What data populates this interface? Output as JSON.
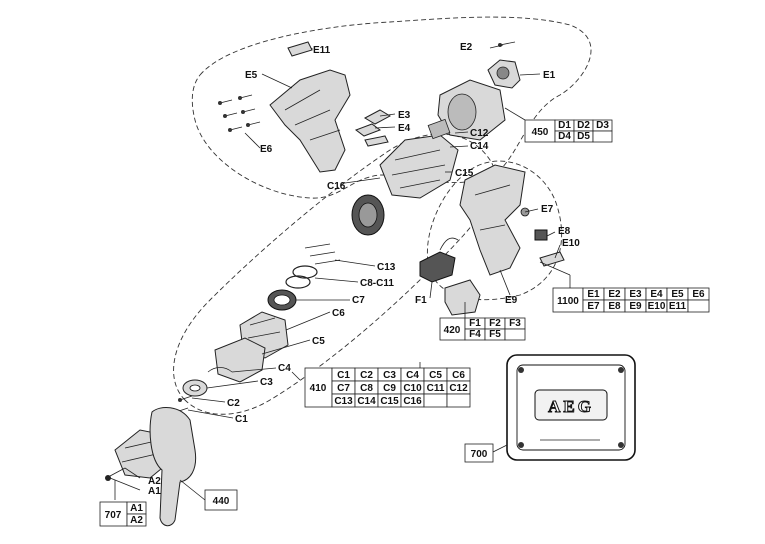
{
  "labels": {
    "e11": "E11",
    "e2": "E2",
    "e1": "E1",
    "e5": "E5",
    "e3": "E3",
    "e4": "E4",
    "e6": "E6",
    "c12": "C12",
    "c14": "C14",
    "c16": "C16",
    "c15": "C15",
    "e7": "E7",
    "e8": "E8",
    "e10": "E10",
    "c13": "C13",
    "c8c11": "C8-C11",
    "f1": "F1",
    "e9": "E9",
    "c7": "C7",
    "c6": "C6",
    "c5": "C5",
    "c4": "C4",
    "c3": "C3",
    "c2": "C2",
    "c1": "C1",
    "a2": "A2",
    "a1": "A1"
  },
  "groups": {
    "g450": {
      "id": "450",
      "rows": [
        [
          "D1",
          "D2",
          "D3"
        ],
        [
          "D4",
          "D5",
          ""
        ]
      ]
    },
    "g1100": {
      "id": "1100",
      "rows": [
        [
          "E1",
          "E2",
          "E3",
          "E4",
          "E5",
          "E6"
        ],
        [
          "E7",
          "E8",
          "E9",
          "E10",
          "E11",
          ""
        ]
      ]
    },
    "g420": {
      "id": "420",
      "rows": [
        [
          "F1",
          "F2",
          "F3"
        ],
        [
          "F4",
          "F5",
          ""
        ]
      ]
    },
    "g410": {
      "id": "410",
      "rows": [
        [
          "C1",
          "C2",
          "C3",
          "C4",
          "C5",
          "C6"
        ],
        [
          "C7",
          "C8",
          "C9",
          "C10",
          "C11",
          "C12"
        ],
        [
          "C13",
          "C14",
          "C15",
          "C16",
          "",
          ""
        ]
      ]
    },
    "g707": {
      "id": "707",
      "rows": [
        [
          "A1"
        ],
        [
          "A2"
        ]
      ]
    },
    "g700": {
      "id": "700"
    },
    "g440": {
      "id": "440"
    }
  },
  "case_logo": "AEG"
}
